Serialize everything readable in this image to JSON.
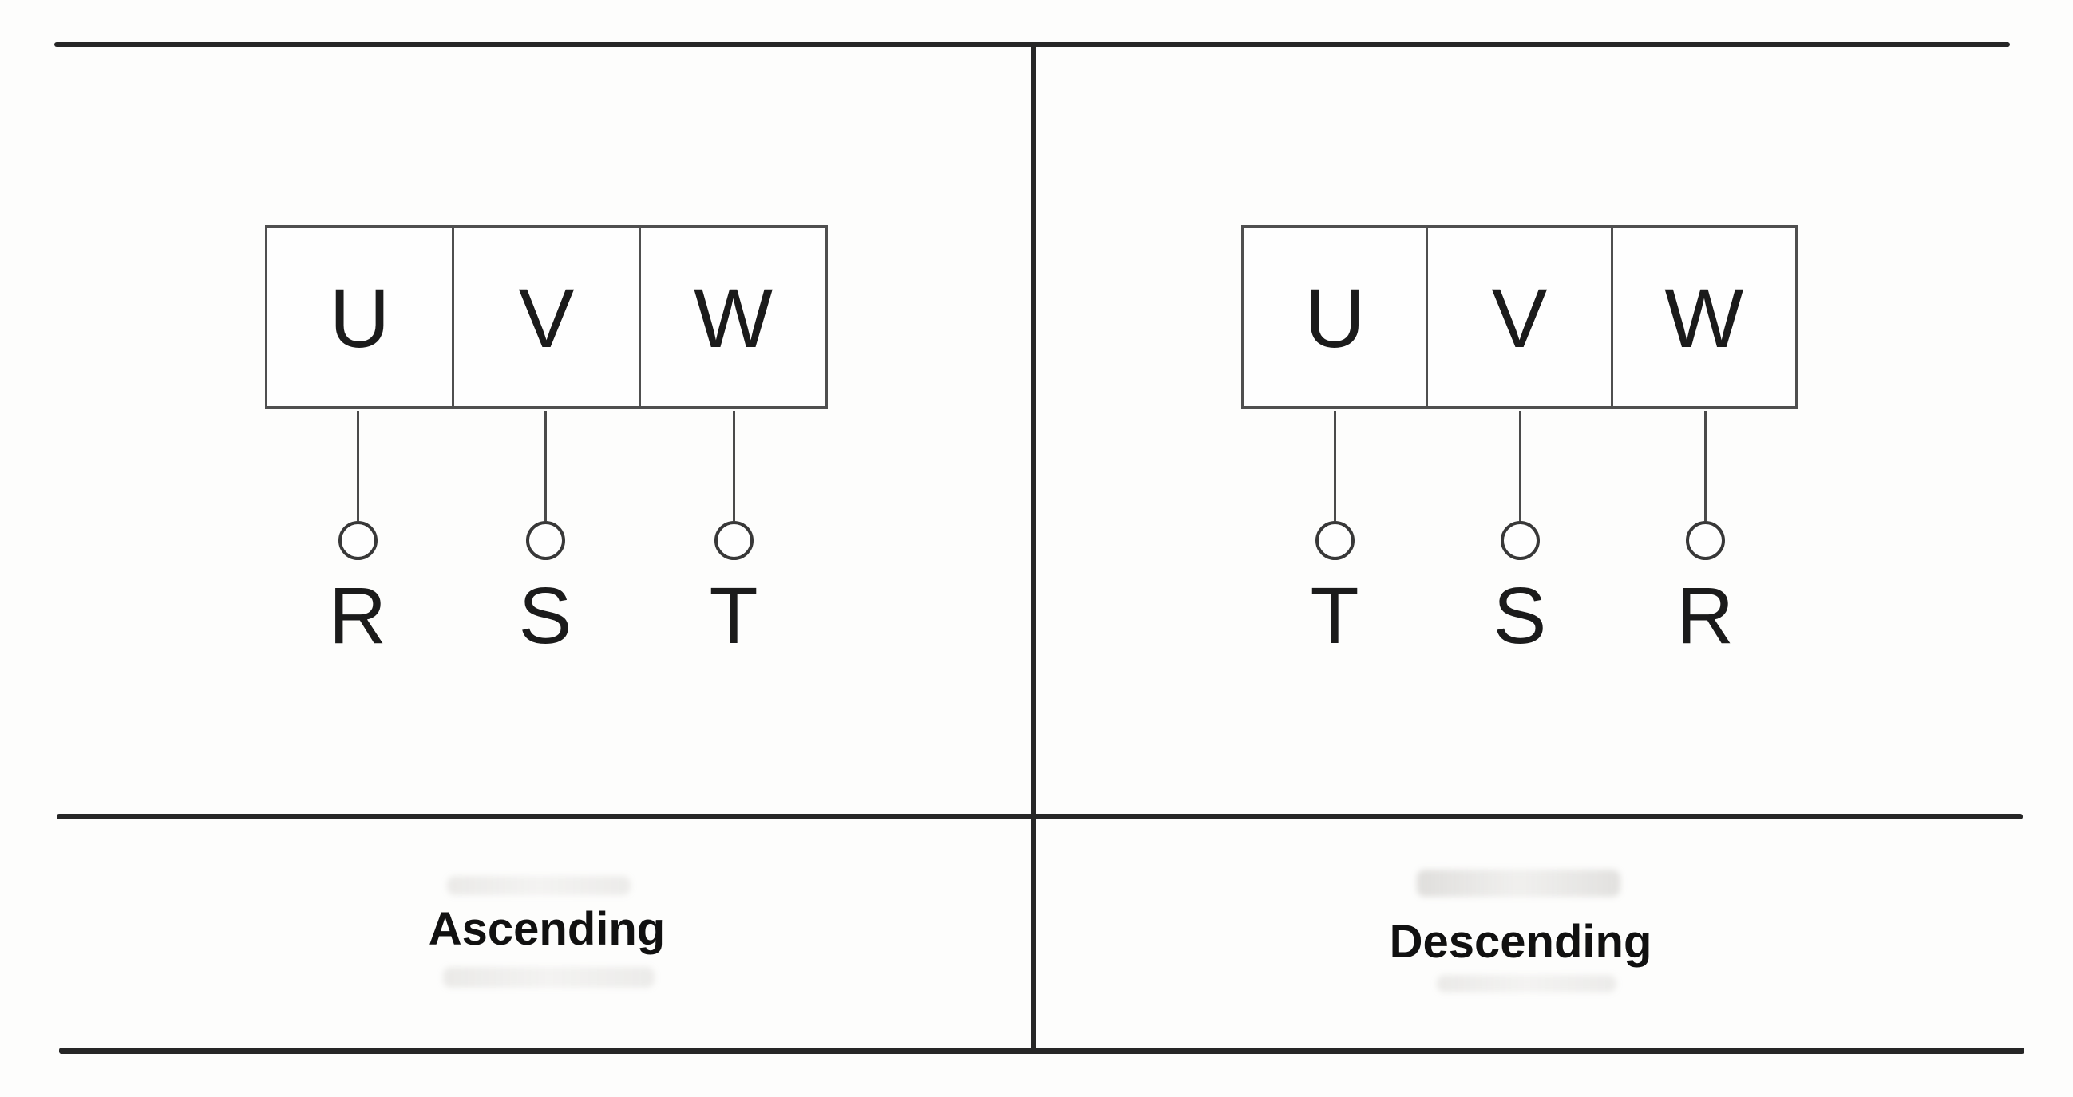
{
  "diagram": {
    "left_panel": {
      "terminals": [
        "U",
        "V",
        "W"
      ],
      "phases": [
        "R",
        "S",
        "T"
      ],
      "caption": "Ascending"
    },
    "right_panel": {
      "terminals": [
        "U",
        "V",
        "W"
      ],
      "phases": [
        "T",
        "S",
        "R"
      ],
      "caption": "Descending"
    },
    "colors": {
      "frame_line": "#262626",
      "box_border": "#4f4f4f",
      "letter": "#1b1b1b"
    }
  }
}
